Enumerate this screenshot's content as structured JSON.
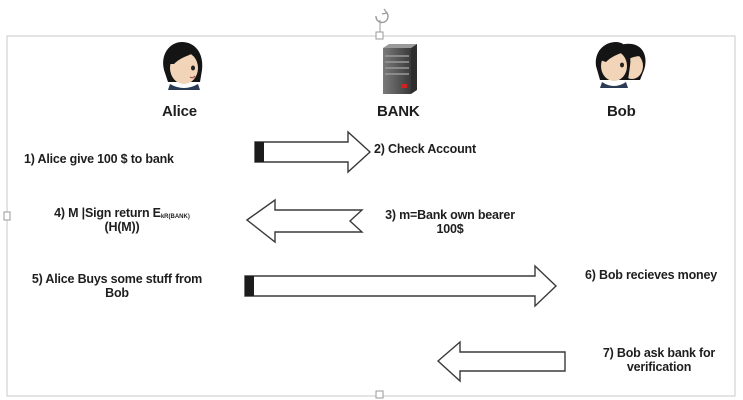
{
  "actors": {
    "alice": {
      "name": "Alice",
      "icon": "person-icon"
    },
    "bank": {
      "name": "BANK",
      "icon": "server-icon"
    },
    "bob": {
      "name": "Bob",
      "icon": "person-icon"
    }
  },
  "steps": {
    "s1": "1) Alice give 100 $ to bank",
    "s2": "2) Check Account",
    "s3": {
      "line1": "3) m=Bank own bearer",
      "line2": "100$"
    },
    "s4": {
      "line1_main": "4) M |Sign return E",
      "line1_sub": "kR(BANK)",
      "line2": "(H(M))"
    },
    "s5": {
      "line1": "5) Alice Buys some stuff from",
      "line2": "Bob"
    },
    "s6": "6) Bob recieves money",
    "s7": {
      "line1": "7)  Bob ask bank for",
      "line2": "verification"
    }
  },
  "colors": {
    "frame": "#bfbfbf",
    "arrow_stroke": "#3a3a3a",
    "arrow_fill": "#ffffff",
    "server_body": "#4d4d4d",
    "server_led": "#d42020",
    "hair": "#151515",
    "skin": "#f2d4b8"
  }
}
